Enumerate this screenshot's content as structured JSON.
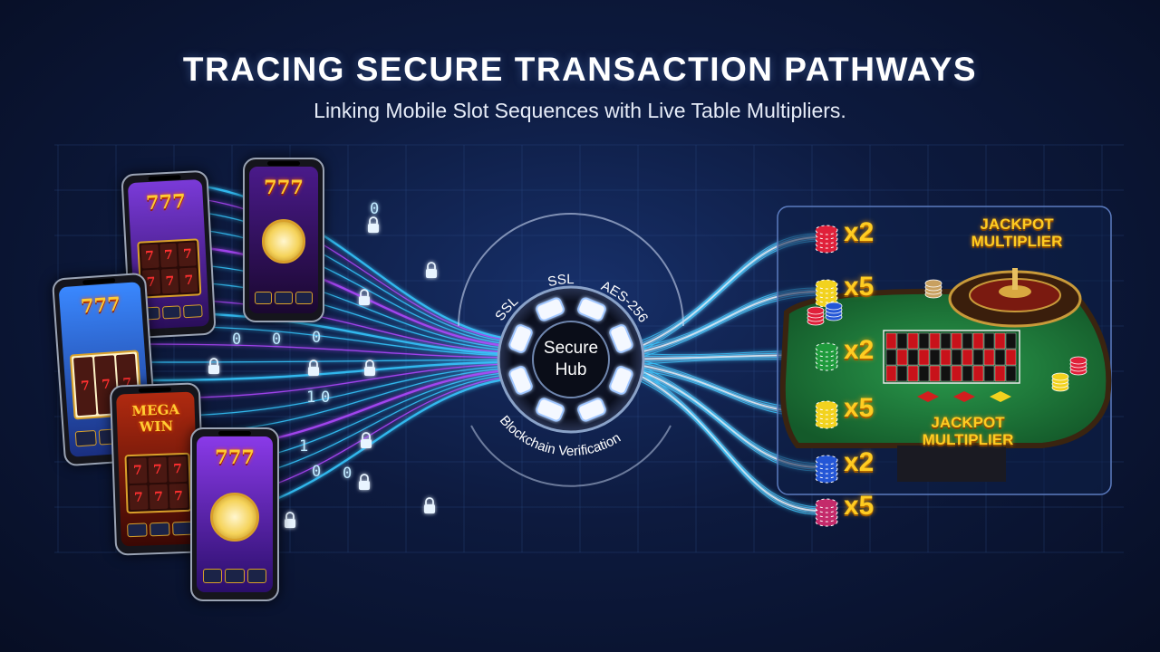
{
  "header": {
    "title": "TRACING SECURE TRANSACTION PATHWAYS",
    "subtitle": "Linking Mobile Slot Sequences with Live Table Multipliers."
  },
  "phones": [
    {
      "banner": "777",
      "reels": [
        "7",
        "7",
        "7",
        "7",
        "7",
        "7"
      ],
      "theme": "#5b2aa8"
    },
    {
      "banner": "777",
      "reels": [],
      "theme": "#3a1a6a"
    },
    {
      "banner": "777",
      "reels": [
        "7",
        "7",
        "7"
      ],
      "theme": "#2f6fd8"
    },
    {
      "banner": "MEGA WIN",
      "reels": [
        "7",
        "7",
        "7",
        "7",
        "7",
        "7"
      ],
      "theme": "#8a1c10"
    },
    {
      "banner": "777",
      "reels": [],
      "theme": "#6a2ab8"
    }
  ],
  "stream_digits": [
    "0",
    "0",
    "1",
    "0",
    "0",
    "0",
    "1",
    "0",
    "0"
  ],
  "hub": {
    "label_line1": "Secure",
    "label_line2": "Hub",
    "ring_labels": [
      "SSL",
      "SSL",
      "AES-256"
    ],
    "bottom_label": "Blockchain Verification"
  },
  "multipliers": [
    "x2",
    "x5",
    "x2",
    "x5",
    "x2",
    "x5"
  ],
  "chip_colors": [
    "#e0203a",
    "#f2d21e",
    "#1f9a3c",
    "#f2d21e",
    "#2456d6",
    "#c42a6a"
  ],
  "jackpot": {
    "top": [
      "JACKPOT",
      "MULTIPLIER"
    ],
    "bottom": [
      "JACKPOT",
      "MULTIPLIER"
    ]
  },
  "colors": {
    "background": "#0d1a3e",
    "cyan_stream": "#35c8ff",
    "purple_stream": "#b048ff",
    "gold": "#ffcc22",
    "felt": "#1f7a3c"
  }
}
